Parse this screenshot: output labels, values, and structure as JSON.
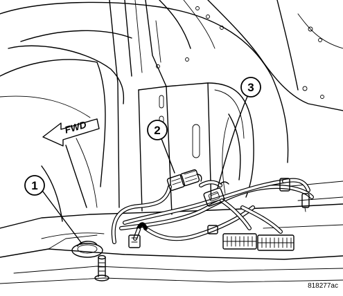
{
  "direction_label": "FWD",
  "callouts": [
    "1",
    "2",
    "3"
  ],
  "figure_id": "818277ac"
}
